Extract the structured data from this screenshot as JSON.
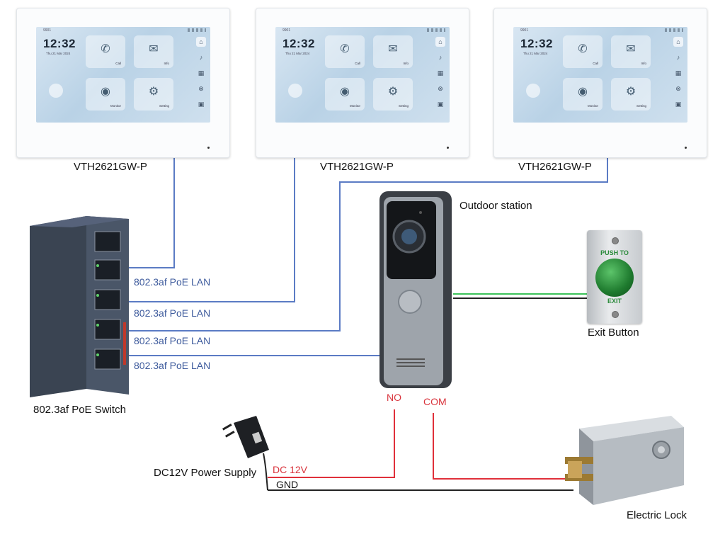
{
  "monitors": [
    {
      "model": "VTH2621GW-P",
      "time": "12:32",
      "date": "Thu 21 Mar 2024",
      "status_id": "9901"
    },
    {
      "model": "VTH2621GW-P",
      "time": "12:32",
      "date": "Thu 21 Mar 2024",
      "status_id": "9901"
    },
    {
      "model": "VTH2621GW-P",
      "time": "12:32",
      "date": "Thu 21 Mar 2024",
      "status_id": "9901"
    }
  ],
  "monitor_tiles": {
    "call": "Call",
    "info": "Info",
    "monitor": "Monitor",
    "setting": "Setting"
  },
  "switch": {
    "label": "802.3af PoE Switch"
  },
  "lan_links": [
    "802.3af PoE LAN",
    "802.3af PoE LAN",
    "802.3af PoE LAN",
    "802.3af PoE LAN"
  ],
  "outdoor_station": {
    "label": "Outdoor station"
  },
  "exit_button": {
    "label": "Exit Button",
    "top_text": "PUSH TO",
    "bottom_text": "EXIT"
  },
  "terminals": {
    "no": "NO",
    "com": "COM"
  },
  "power": {
    "label": "DC12V Power Supply",
    "dc_line": "DC 12V",
    "gnd_line": "GND"
  },
  "lock": {
    "label": "Electric Lock"
  },
  "colors": {
    "lan_wire": "#5b7bc4",
    "power_wire": "#e0303a",
    "gnd_wire": "#222222",
    "exit_wire_green": "#3cc35a",
    "lan_text": "#3d5a9c"
  }
}
